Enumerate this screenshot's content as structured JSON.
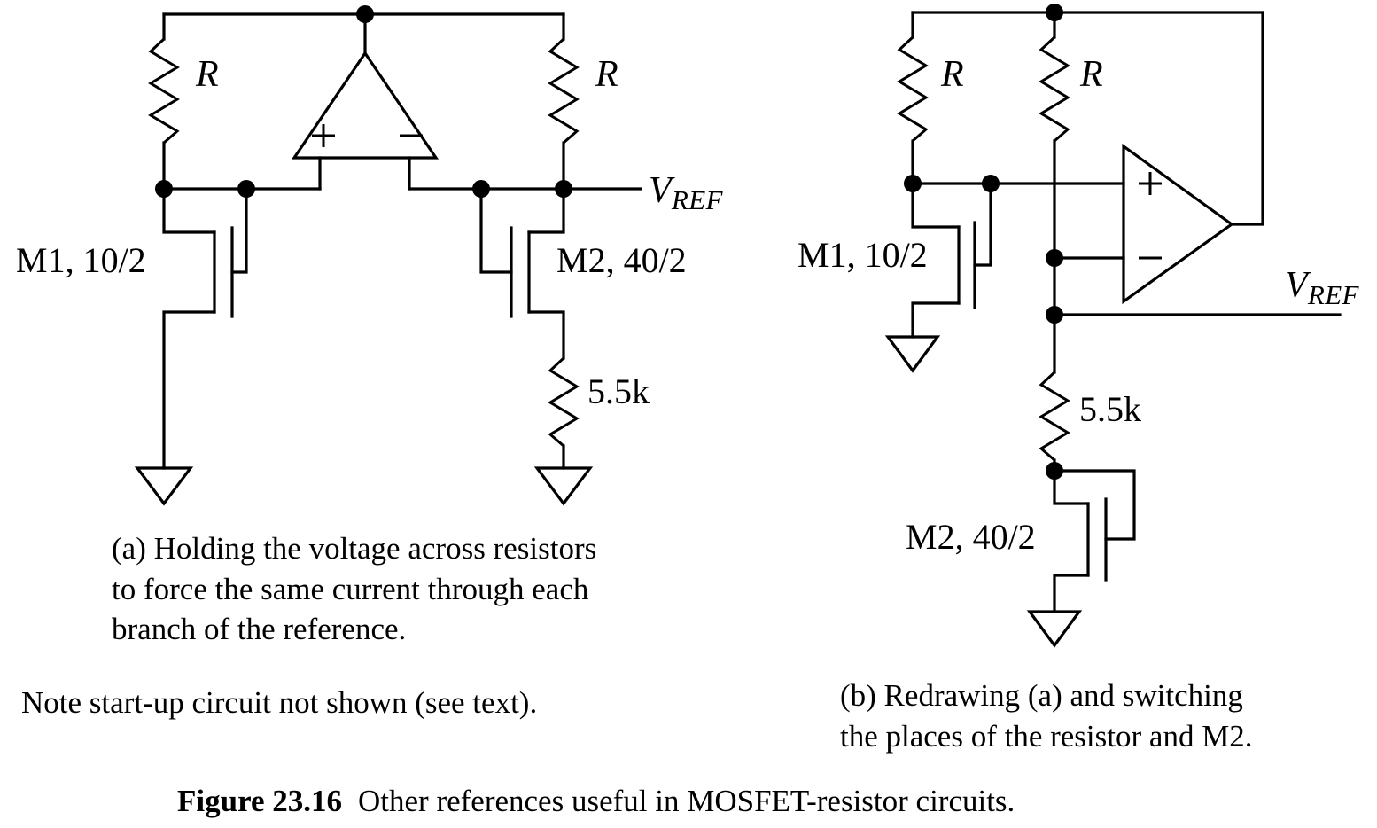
{
  "figure": {
    "number_label": "Figure 23.16",
    "caption_text": "Other references useful in MOSFET-resistor circuits."
  },
  "circuit_a": {
    "id": "circuit-a",
    "resistor_left_label": "R",
    "resistor_right_label": "R",
    "m1_label": "M1, 10/2",
    "m2_label": "M2, 40/2",
    "degeneration_resistor_label": "5.5k",
    "vref_main": "V",
    "vref_sub": "REF",
    "opamp_plus": "+",
    "opamp_minus": "−",
    "caption_line1": "(a) Holding the voltage across resistors",
    "caption_line2": "to force the same current through each",
    "caption_line3": "branch of the reference.",
    "note_text": "Note start-up circuit not shown (see text)."
  },
  "circuit_b": {
    "id": "circuit-b",
    "resistor_left_label": "R",
    "resistor_mid_label": "R",
    "m1_label": "M1, 10/2",
    "m2_label": "M2, 40/2",
    "degeneration_resistor_label": "5.5k",
    "vref_main": "V",
    "vref_sub": "REF",
    "opamp_plus": "+",
    "opamp_minus": "−",
    "caption_line1": "(b) Redrawing (a) and switching",
    "caption_line2": "the places of the resistor and M2."
  },
  "colors": {
    "ink": "#000000",
    "background": "#ffffff"
  }
}
